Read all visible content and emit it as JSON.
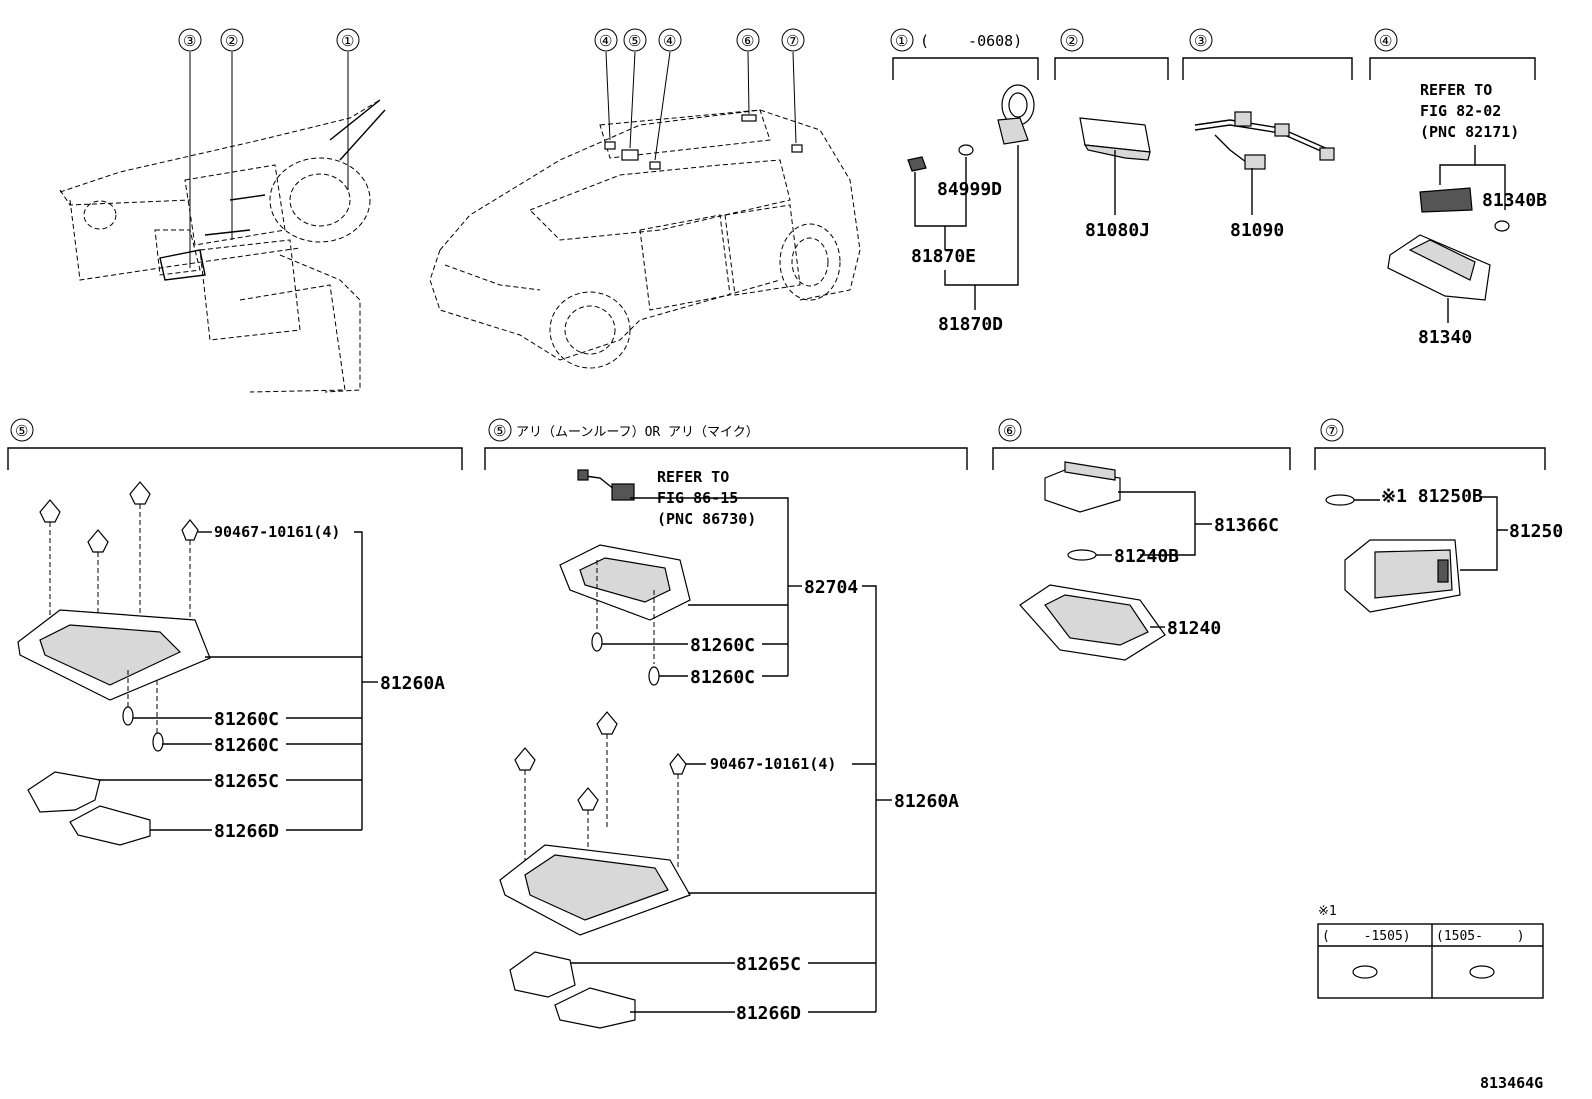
{
  "callouts": {
    "c1": "①",
    "c2": "②",
    "c3": "③",
    "c4": "④",
    "c5": "⑤",
    "c6": "⑥",
    "c7": "⑦"
  },
  "sections": {
    "s1": {
      "range": "(　　 -0608)"
    },
    "s5b": {
      "condition": "アリ（ムーンルーフ）OR アリ（マイク）"
    }
  },
  "parts": {
    "p84999D": "84999D",
    "p81870E": "81870E",
    "p81870D": "81870D",
    "p81080J": "81080J",
    "p81090": "81090",
    "p81340B": "81340B",
    "p81340": "81340",
    "p90467a": "90467-10161(4)",
    "p81260A_a": "81260A",
    "p81260C_a1": "81260C",
    "p81260C_a2": "81260C",
    "p81265C_a": "81265C",
    "p81266D_a": "81266D",
    "p82704": "82704",
    "p81260C_b1": "81260C",
    "p81260C_b2": "81260C",
    "p90467b": "90467-10161(4)",
    "p81260A_b": "81260A",
    "p81265C_b": "81265C",
    "p81266D_b": "81266D",
    "p81366C": "81366C",
    "p81240B": "81240B",
    "p81240": "81240",
    "p81250B": "※1 81250B",
    "p81250": "81250"
  },
  "refs": {
    "r4": [
      "REFER TO",
      "FIG 82-02",
      "(PNC 82171)"
    ],
    "r5": [
      "REFER TO",
      "FIG 86-15",
      "(PNC 86730)"
    ]
  },
  "note_table": {
    "mark": "※1",
    "col1": "(　　 -1505)",
    "col2": "(1505-　　 )"
  },
  "figure_id": "813464G"
}
